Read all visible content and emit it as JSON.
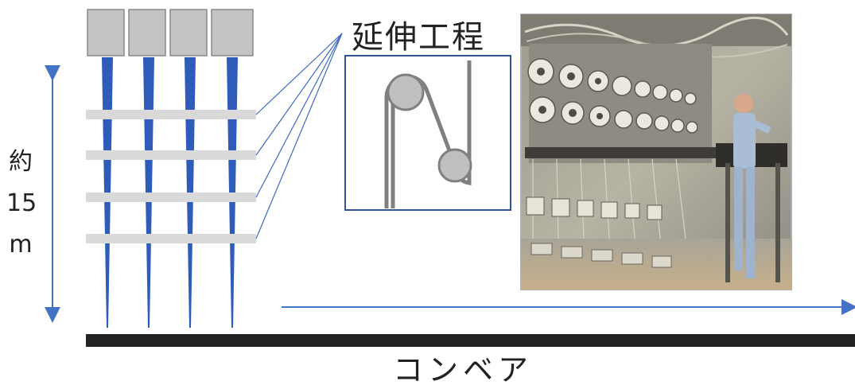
{
  "labels": {
    "process": "延伸工程",
    "height_prefix": "約",
    "height_value": "15",
    "height_unit": "m",
    "conveyor": "コンベア"
  },
  "colors": {
    "spinneret": "#c4c4c4",
    "filament": "#2e5cb8",
    "guide_bar": "#d9d9d9",
    "conveyor_belt": "#222222",
    "arrow": "#4472c4",
    "callout_line": "#3e6bc0",
    "roller": "#bfbfbf",
    "yarn": "#808080",
    "photo_frame": "#b0b0b0"
  },
  "icons": {
    "photo": "drawing-machine-photo",
    "inset": "roller-drawing-icon"
  }
}
